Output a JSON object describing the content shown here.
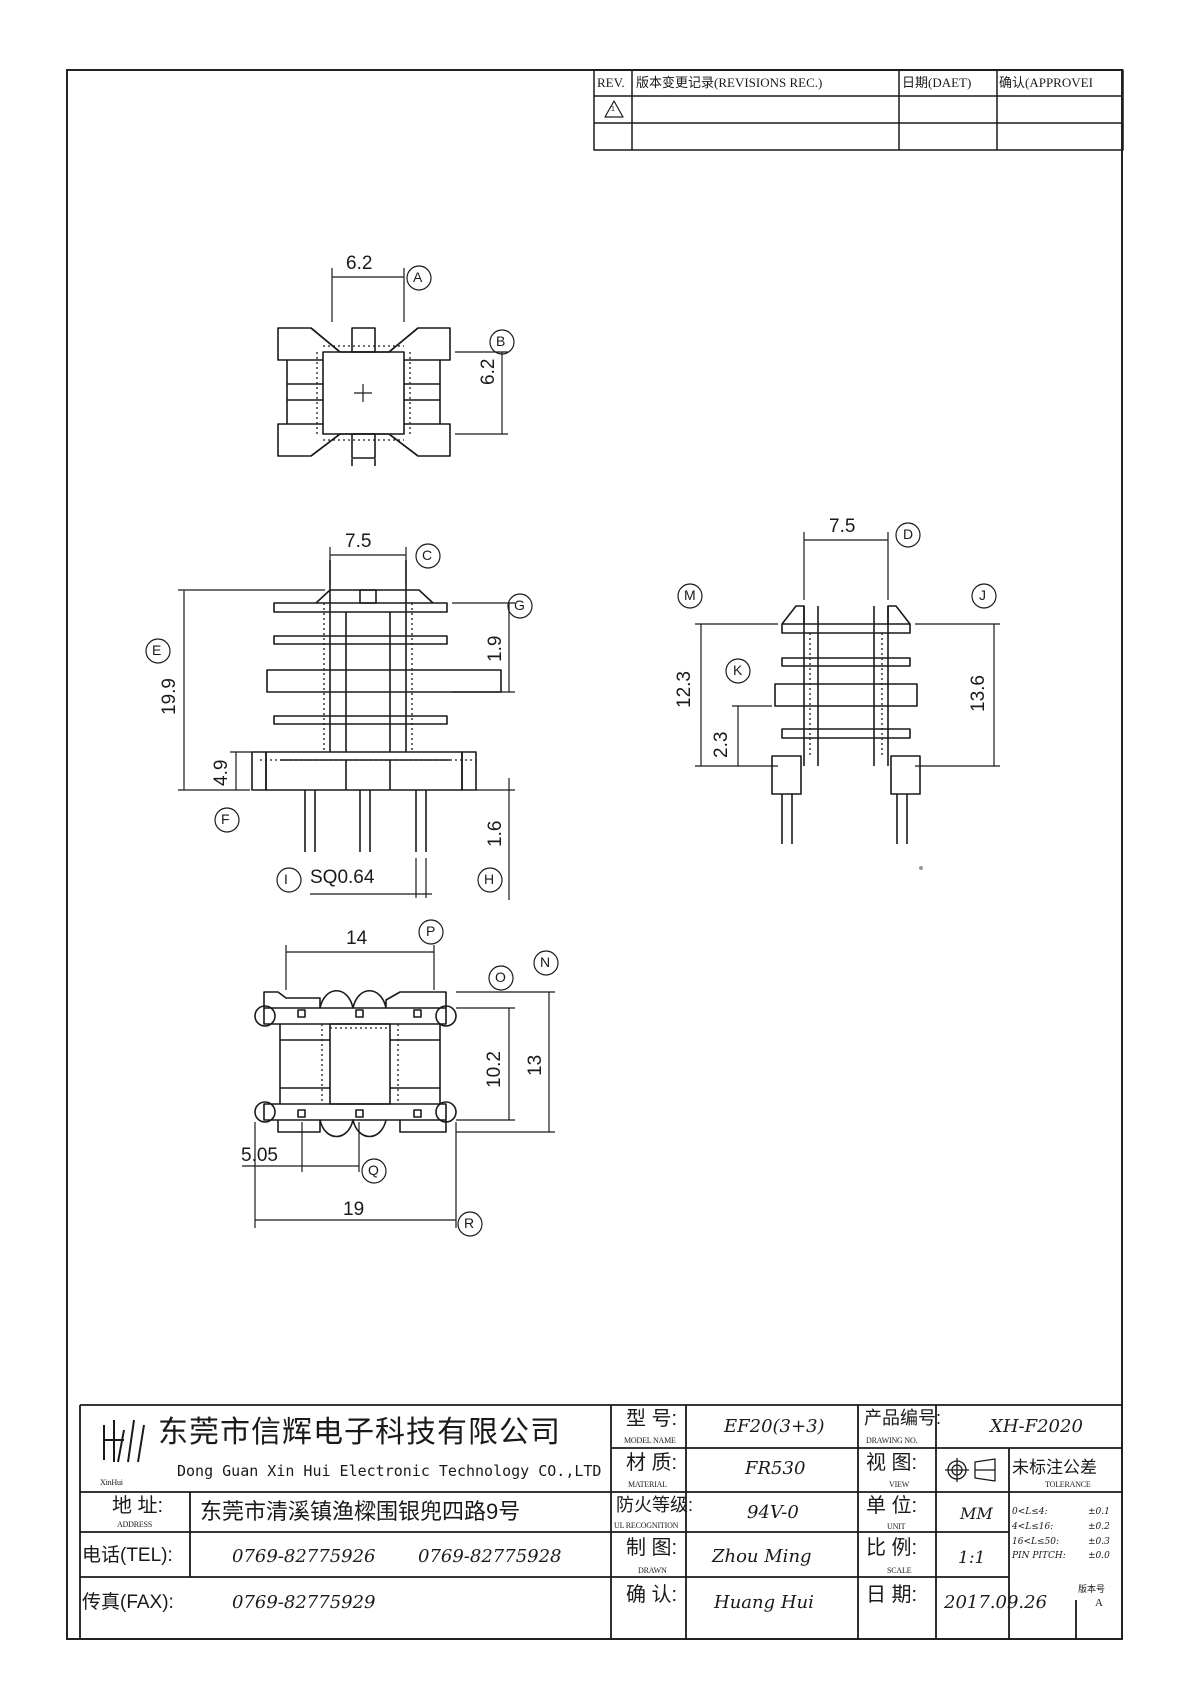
{
  "revision_table": {
    "headers": [
      "REV.",
      "版本变更记录(REVISIONS REC.)",
      "日期(DAET)",
      "确认(APPROVEI"
    ],
    "rev_symbol": "1"
  },
  "dimensions": {
    "top_view": {
      "width": "6.2",
      "width_label": "A",
      "height": "6.2",
      "height_label": "B"
    },
    "front_view": {
      "width": "7.5",
      "width_label": "C",
      "height": "19.9",
      "height_label": "E",
      "flange": "1.9",
      "flange_label": "G",
      "base": "4.9",
      "base_label": "F",
      "pin_length": "1.6",
      "pin_length_label": "H",
      "pin_size": "SQ0.64",
      "pin_size_label": "I"
    },
    "side_view": {
      "width": "7.5",
      "width_label": "D",
      "left_height": "12.3",
      "left_label": "M",
      "right_height": "13.6",
      "right_label": "J",
      "gap": "2.3",
      "gap_label": "K"
    },
    "bottom_view": {
      "width": "14",
      "width_label": "P",
      "inner": "10.2",
      "inner_label": "O",
      "outer": "13",
      "outer_label": "N",
      "pitch": "5.05",
      "pitch_label": "Q",
      "overall": "19",
      "overall_label": "R"
    }
  },
  "title_block": {
    "logo_text": "XinHui",
    "company_cn": "东莞市信辉电子科技有限公司",
    "company_en": "Dong Guan Xin Hui Electronic Technology CO.,LTD",
    "model_label_cn": "型 号:",
    "model_label_en": "MODEL NAME",
    "model_value": "EF20(3+3)",
    "drawing_no_label_cn": "产品编号:",
    "drawing_no_label_en": "DRAWING NO.",
    "drawing_no_value": "XH-F2020",
    "material_label_cn": "材 质:",
    "material_label_en": "MATERIAL",
    "material_value": "FR530",
    "view_label_cn": "视 图:",
    "view_label_en": "VIEW",
    "tolerance_label_cn": "未标注公差",
    "tolerance_label_en": "TOLERANCE",
    "address_label_cn": "地 址:",
    "address_label_en": "ADDRESS",
    "address_value": "东莞市清溪镇渔樑围银兜四路9号",
    "fire_label_cn": "防火等级:",
    "fire_label_en": "UL RECOGNITION",
    "fire_value": "94V-0",
    "unit_label_cn": "单 位:",
    "unit_label_en": "UNIT",
    "unit_value": "MM",
    "tel_label": "电话(TEL):",
    "tel_value_1": "0769-82775926",
    "tel_value_2": "0769-82775928",
    "drawn_label_cn": "制 图:",
    "drawn_label_en": "DRAWN",
    "drawn_value": "Zhou Ming",
    "scale_label_cn": "比 例:",
    "scale_label_en": "SCALE",
    "scale_value": "1:1",
    "fax_label": "传真(FAX):",
    "fax_value": "0769-82775929",
    "approve_label_cn": "确 认:",
    "approve_value": "Huang Hui",
    "date_label_cn": "日 期:",
    "date_value": "2017.09.26",
    "version_label": "版本号",
    "version_value": "A",
    "tolerances": [
      {
        "range": "0<L≤4:",
        "value": "±0.1"
      },
      {
        "range": "4<L≤16:",
        "value": "±0.2"
      },
      {
        "range": "16<L≤50:",
        "value": "±0.3"
      },
      {
        "range": "PIN PITCH:",
        "value": "±0.0"
      }
    ]
  }
}
